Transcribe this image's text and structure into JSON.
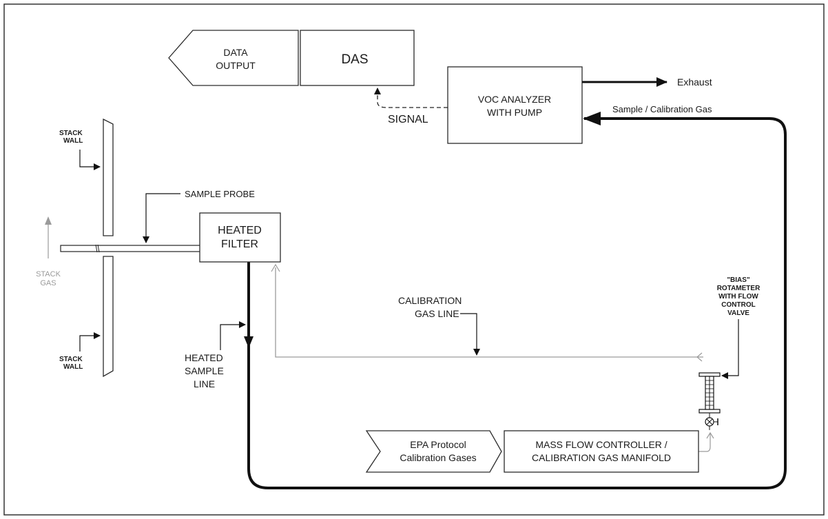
{
  "diagram": {
    "data_output": [
      "DATA",
      "OUTPUT"
    ],
    "das": "DAS",
    "voc_analyzer": [
      "VOC ANALYZER",
      "WITH PUMP"
    ],
    "signal": "SIGNAL",
    "exhaust": "Exhaust",
    "sample_calibration_gas": "Sample / Calibration Gas",
    "stack_wall_top": [
      "STACK",
      "WALL"
    ],
    "stack_wall_bottom": [
      "STACK",
      "WALL"
    ],
    "stack_gas": [
      "STACK",
      "GAS"
    ],
    "sample_probe": "SAMPLE PROBE",
    "heated_filter": [
      "HEATED",
      "FILTER"
    ],
    "calibration_gas_line": [
      "CALIBRATION",
      "GAS LINE"
    ],
    "heated_sample_line": [
      "HEATED",
      "SAMPLE",
      "LINE"
    ],
    "bias_rotameter": [
      "\"BIAS\"",
      "ROTAMETER",
      "WITH FLOW",
      "CONTROL",
      "VALVE"
    ],
    "epa_protocol": [
      "EPA Protocol",
      "Calibration Gases"
    ],
    "mass_flow_controller": [
      "MASS FLOW CONTROLLER /",
      "CALIBRATION GAS MANIFOLD"
    ]
  }
}
